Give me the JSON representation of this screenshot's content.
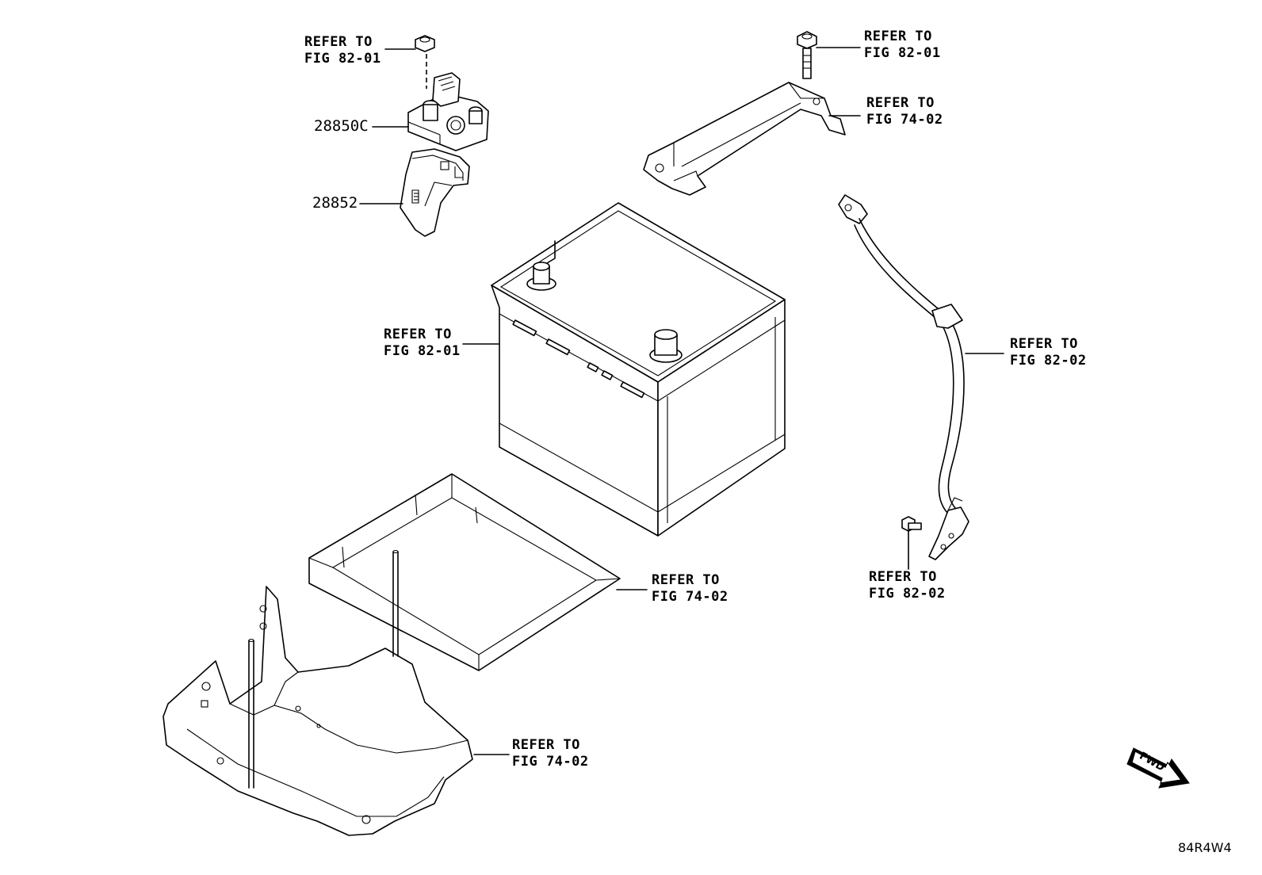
{
  "callouts": {
    "sensor_bolt": [
      "REFER TO",
      "FIG 82-01"
    ],
    "hold_bolt": [
      "REFER TO",
      "FIG 82-01"
    ],
    "hold_clamp": [
      "REFER TO",
      "FIG 74-02"
    ],
    "battery": [
      "REFER TO",
      "FIG 82-01"
    ],
    "ground_cable": [
      "REFER TO",
      "FIG 82-02"
    ],
    "cable_bolt": [
      "REFER TO",
      "FIG 82-02"
    ],
    "battery_tray": [
      "REFER TO",
      "FIG 74-02"
    ],
    "battery_bracket": [
      "REFER TO",
      "FIG 74-02"
    ]
  },
  "part_numbers": {
    "current_sensor": "28850C",
    "sensor_cover": "28852"
  },
  "fwd_label": "FWD",
  "diagram_id": "84R4W4"
}
